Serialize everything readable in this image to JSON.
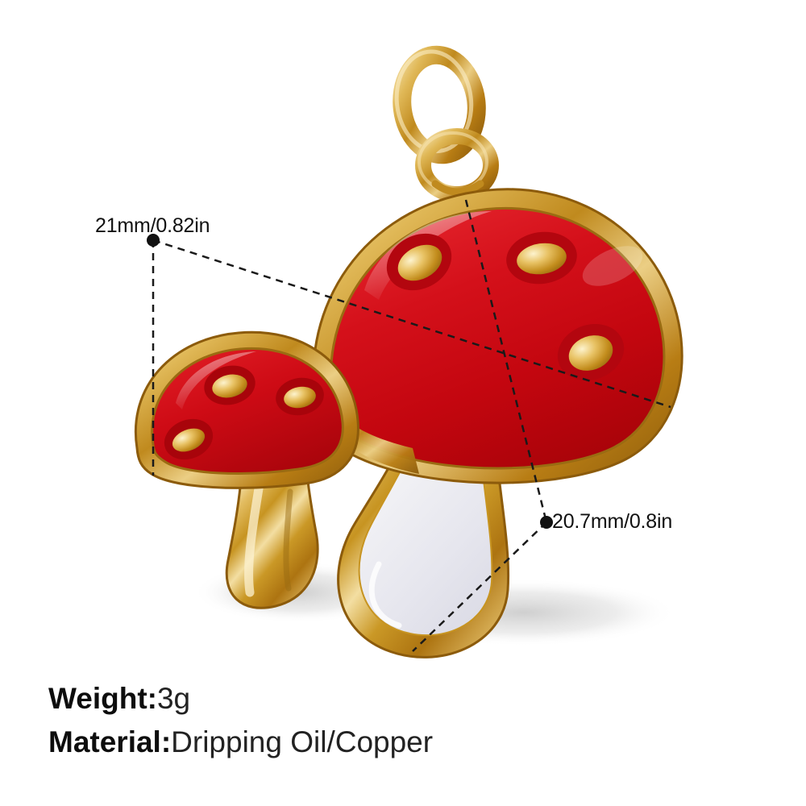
{
  "product": {
    "name": "mushroom-enamel-charm-pendant",
    "colors": {
      "enamel_red": "#D00A12",
      "enamel_red_dark": "#A3060D",
      "enamel_white": "#EDEDF2",
      "gold": "#D9A83C",
      "gold_light": "#F2DCA0",
      "gold_dark": "#9A6B12",
      "background": "#FFFFFF",
      "shadow": "#D8D8D8",
      "annotation": "#111111"
    },
    "parts": [
      "jump-ring",
      "bail-loop",
      "large-mushroom-cap",
      "large-mushroom-stem",
      "small-mushroom-cap",
      "small-mushroom-stem",
      "cap-spots"
    ]
  },
  "dimensions": {
    "width_label": "21mm/0.82in",
    "height_label": "20.7mm/0.8in"
  },
  "specs": {
    "weight_key": "Weight:",
    "weight_value": "3g",
    "material_key": "Material:",
    "material_value": "Dripping Oil/Copper"
  }
}
